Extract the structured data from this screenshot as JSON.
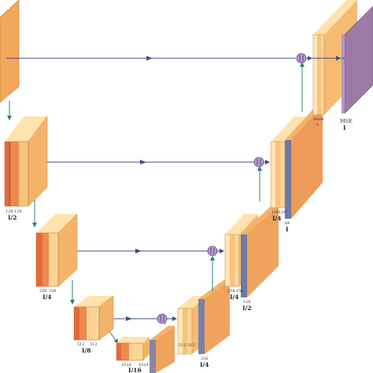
{
  "colors": {
    "light": "#ffe0a8",
    "orange": "#f6b765",
    "dark_orange": "#ee8a4e",
    "deep_orange": "#e66a38",
    "purple": "#9d7ba6",
    "slate": "#6f7aa5",
    "arrow_blue": "#3f4d86",
    "teal": "#2f7d7b"
  },
  "encoder": [
    {
      "channels": [
        "128",
        "128"
      ],
      "size": "I/2"
    },
    {
      "channels": [
        "256",
        "256"
      ],
      "size": "I/4"
    },
    {
      "channels": [
        "512",
        "512"
      ],
      "size": "I/8"
    },
    {
      "channels": [
        "1024",
        "1024"
      ],
      "size": "I/16"
    }
  ],
  "decoder": [
    {
      "channels": [
        "512",
        "512"
      ],
      "upsample": "256",
      "size": "I/4"
    },
    {
      "channels": [
        "256",
        "256"
      ],
      "upsample": "128",
      "size": "I/2"
    },
    {
      "channels": [
        "128",
        "128"
      ],
      "upsample": "64",
      "size": "I"
    },
    {
      "channels": [
        "64",
        "64"
      ],
      "upsample": "1",
      "size": ""
    }
  ],
  "output": {
    "label": "MSE",
    "size": "I"
  }
}
